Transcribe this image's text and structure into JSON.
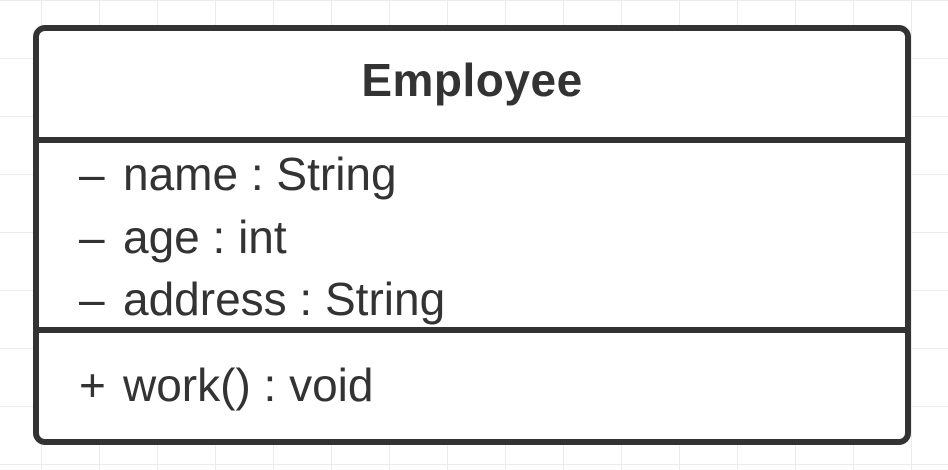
{
  "class": {
    "name": "Employee",
    "attributes": [
      {
        "visibility": "–",
        "text": "name : String"
      },
      {
        "visibility": "–",
        "text": "age : int"
      },
      {
        "visibility": "–",
        "text": "address : String"
      }
    ],
    "operations": [
      {
        "visibility": "+",
        "text": "work() : void"
      }
    ]
  },
  "colors": {
    "stroke": "#333333",
    "text": "#333333",
    "grid": "#ececec",
    "background": "#ffffff"
  }
}
